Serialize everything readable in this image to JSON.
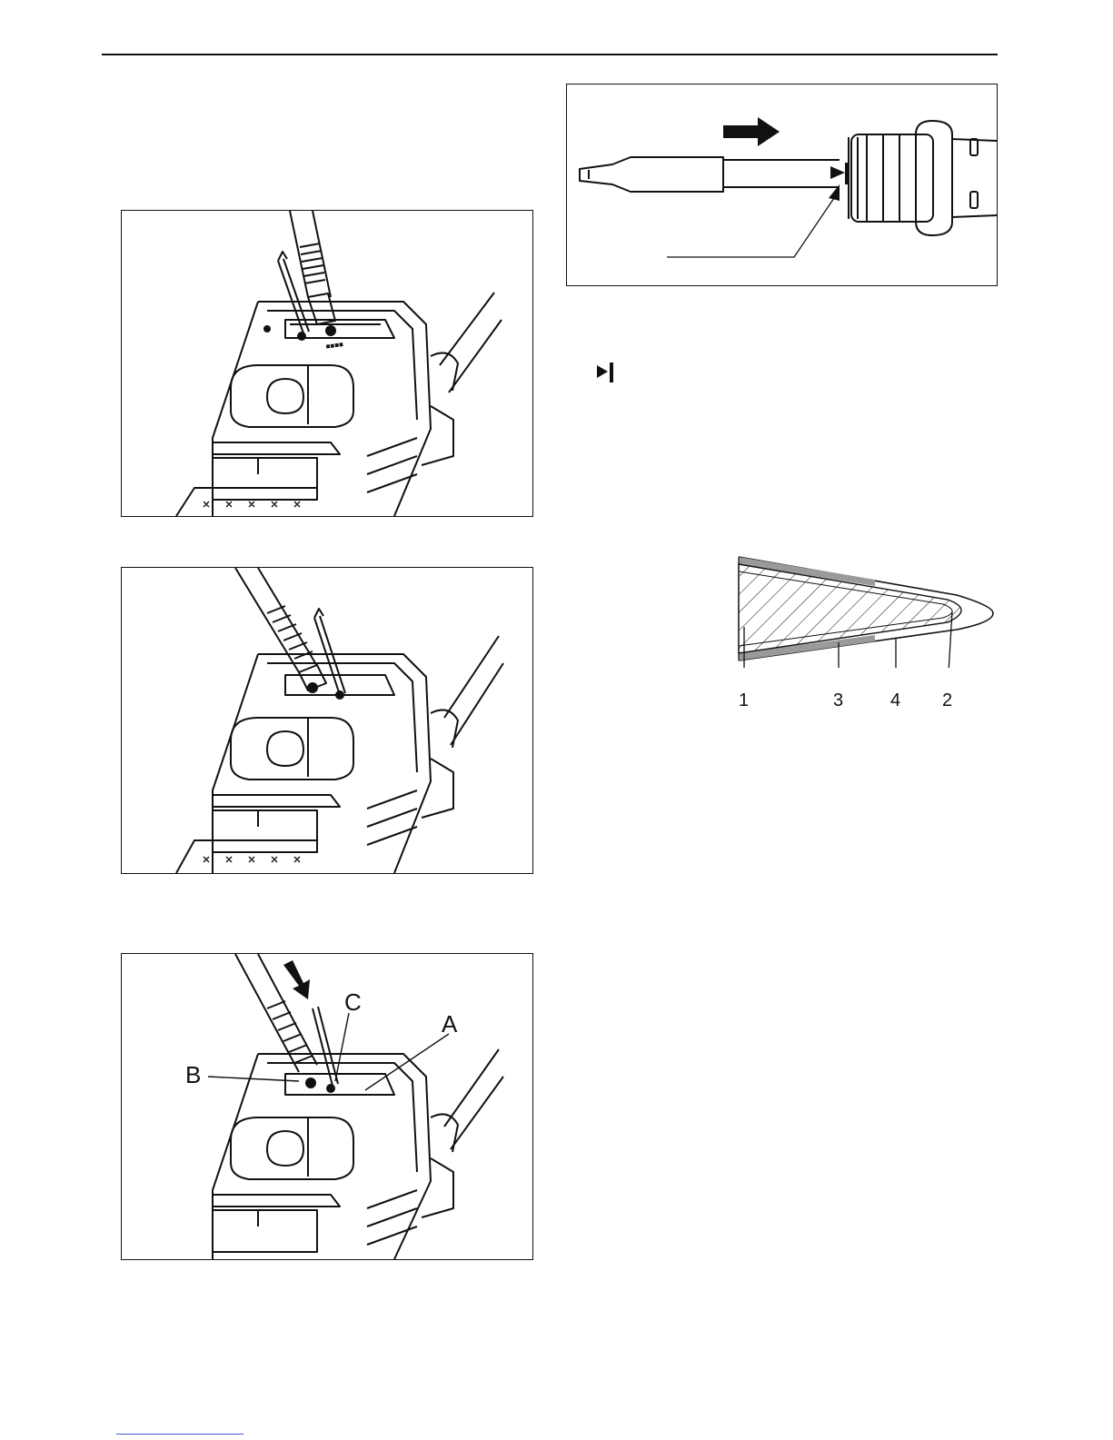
{
  "figure_station_callouts": {
    "a": "A",
    "b": "B",
    "c": "C"
  },
  "figure_tip_section": {
    "labels": [
      "1",
      "3",
      "4",
      "2"
    ]
  },
  "colors": {
    "ink": "#111111",
    "link": "#3b5bd6"
  }
}
